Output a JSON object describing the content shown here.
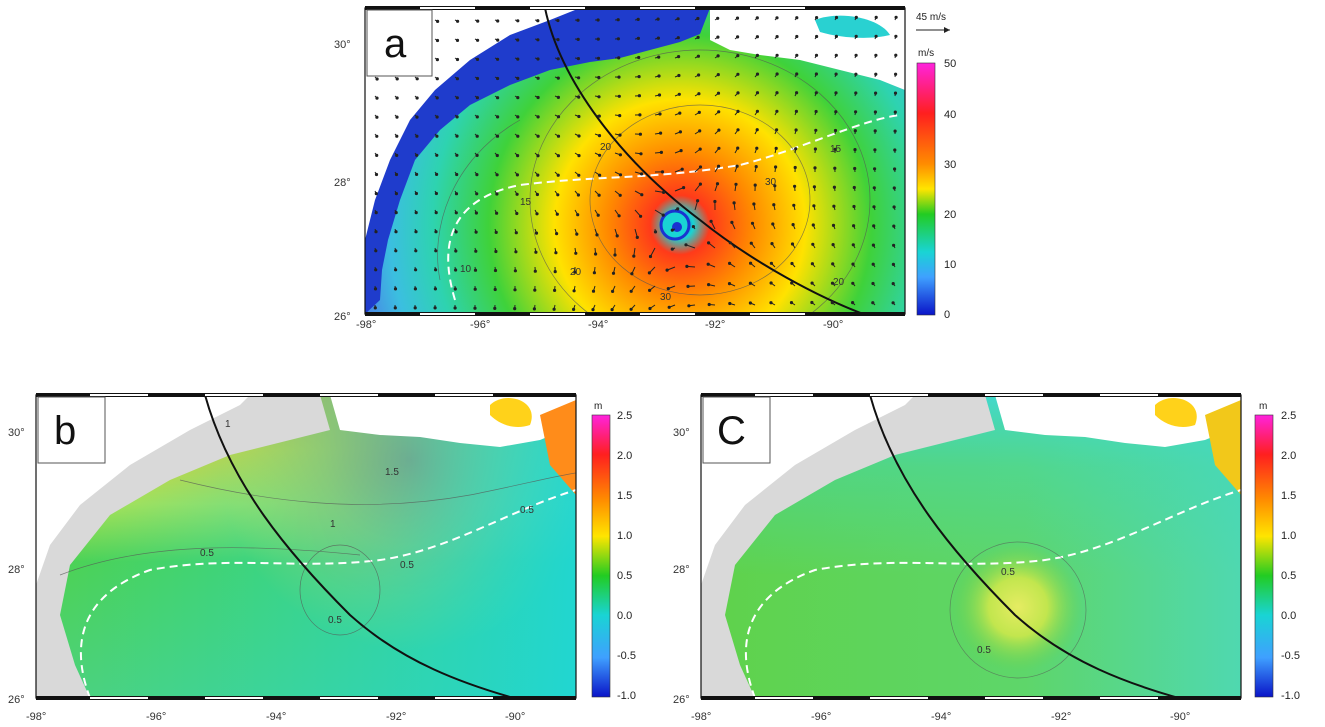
{
  "panels": [
    {
      "id": "a",
      "letter": "a",
      "colorbar": {
        "unit": "m/s",
        "ticks": [
          "50",
          "40",
          "30",
          "20",
          "10",
          "0"
        ],
        "colors": [
          "#ff22dd",
          "#ff1f1f",
          "#ff7a00",
          "#ffe500",
          "#22cc22",
          "#19d4d4",
          "#3fa0ff",
          "#0a14c8"
        ]
      },
      "vector_scale": "45 m/s",
      "lon_ticks": [
        "-98°",
        "-96°",
        "-94°",
        "-92°",
        "-90°"
      ],
      "lat_ticks": [
        "30°",
        "28°",
        "26°"
      ],
      "contour_labels": [
        "20",
        "15",
        "10",
        "30",
        "20",
        "30",
        "20",
        "15"
      ]
    },
    {
      "id": "b",
      "letter": "b",
      "colorbar": {
        "unit": "m",
        "ticks": [
          "2.5",
          "2.0",
          "1.5",
          "1.0",
          "0.5",
          "0.0",
          "-0.5",
          "-1.0"
        ],
        "colors": [
          "#ff22dd",
          "#ff1f1f",
          "#ff7a00",
          "#ffe500",
          "#22cc22",
          "#19d4d4",
          "#3fa0ff",
          "#0a14c8"
        ]
      },
      "lon_ticks": [
        "-98°",
        "-96°",
        "-94°",
        "-92°",
        "-90°"
      ],
      "lat_ticks": [
        "30°",
        "28°",
        "26°"
      ],
      "contour_labels": [
        "1.5",
        "1",
        "0.5",
        "0.5",
        "0.5",
        "0.5",
        "1"
      ]
    },
    {
      "id": "c",
      "letter": "C",
      "colorbar": {
        "unit": "m",
        "ticks": [
          "2.5",
          "2.0",
          "1.5",
          "1.0",
          "0.5",
          "0.0",
          "-0.5",
          "-1.0"
        ],
        "colors": [
          "#ff22dd",
          "#ff1f1f",
          "#ff7a00",
          "#ffe500",
          "#22cc22",
          "#19d4d4",
          "#3fa0ff",
          "#0a14c8"
        ]
      },
      "lon_ticks": [
        "-98°",
        "-96°",
        "-94°",
        "-92°",
        "-90°"
      ],
      "lat_ticks": [
        "30°",
        "28°",
        "26°"
      ],
      "contour_labels": [
        "0.5",
        "0.5"
      ]
    }
  ]
}
